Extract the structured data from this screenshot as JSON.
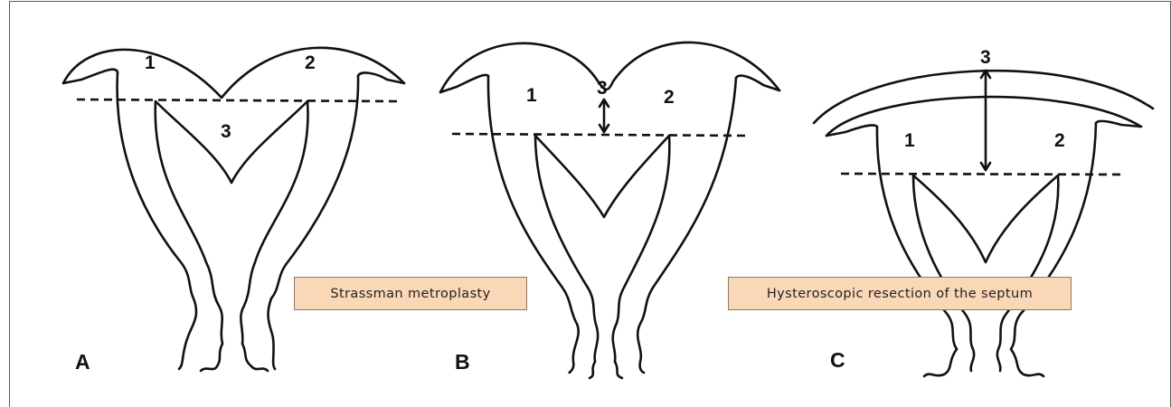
{
  "panels": [
    {
      "letter": "A",
      "points": [
        "1",
        "2",
        "3"
      ]
    },
    {
      "letter": "B",
      "points": [
        "1",
        "2",
        "3"
      ]
    },
    {
      "letter": "C",
      "points": [
        "1",
        "2",
        "3"
      ]
    }
  ],
  "labels": {
    "strassman": "Strassman metroplasty",
    "hysteroscopic": "Hysteroscopic resection of the septum"
  },
  "colors": {
    "label_background": "#fad7b6",
    "line": "#111111",
    "border": "#5a5a5a"
  }
}
